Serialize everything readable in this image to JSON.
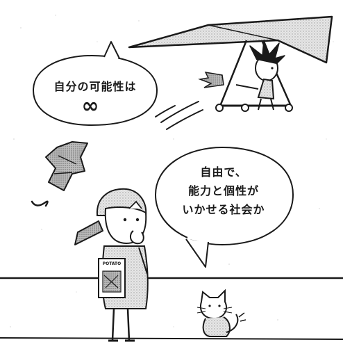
{
  "bubble_left": {
    "line1": "自分の可能性は",
    "line2": "∞"
  },
  "bubble_right": {
    "line1": "自由で、",
    "line2": "能力と個性が",
    "line3": "いかせる社会か"
  },
  "book": {
    "label": "POTATO"
  },
  "colors": {
    "ink": "#1a1a1a",
    "screentone": "#cfcfcf",
    "paper": "#ffffff"
  }
}
